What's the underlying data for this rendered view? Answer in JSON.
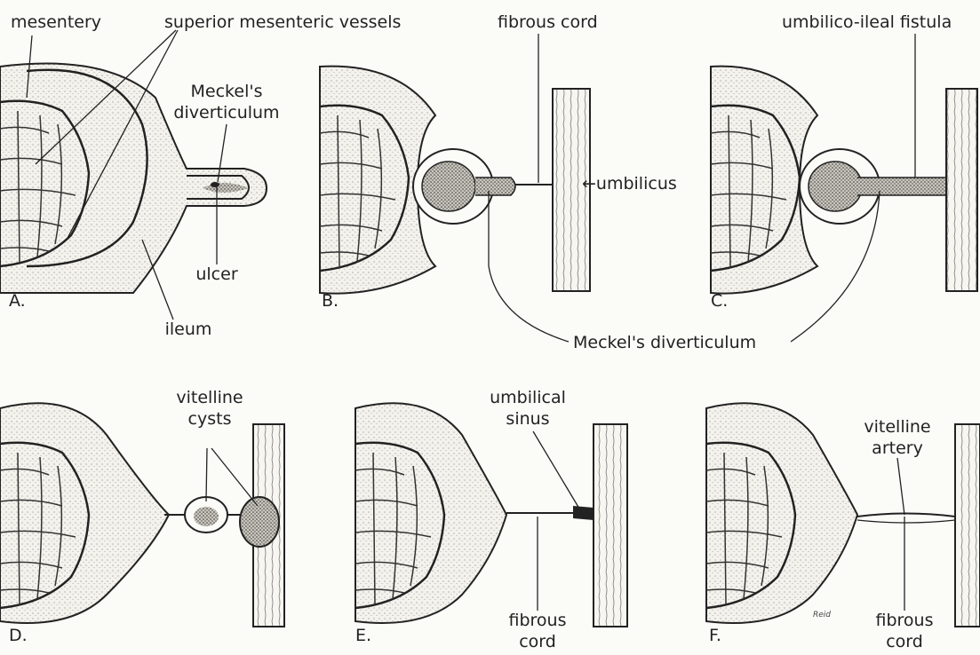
{
  "labels": {
    "mesentery": "mesentery",
    "superior_mesenteric_vessels": "superior mesenteric vessels",
    "fibrous_cord_top": "fibrous cord",
    "umbilico_ileal_fistula": "umbilico-ileal fistula",
    "meckels_diverticulum_a_line1": "Meckel's",
    "meckels_diverticulum_a_line2": "diverticulum",
    "umbilicus": "←umbilicus",
    "ulcer": "ulcer",
    "ileum": "ileum",
    "meckels_diverticulum_shared": "Meckel's diverticulum",
    "vitelline_cysts_line1": "vitelline",
    "vitelline_cysts_line2": "cysts",
    "umbilical_sinus_line1": "umbilical",
    "umbilical_sinus_line2": "sinus",
    "vitelline_artery_line1": "vitelline",
    "vitelline_artery_line2": "artery",
    "fibrous_cord_e_line1": "fibrous",
    "fibrous_cord_e_line2": "cord",
    "fibrous_cord_f_line1": "fibrous",
    "fibrous_cord_f_line2": "cord"
  },
  "panels": [
    {
      "letter": "A."
    },
    {
      "letter": "B."
    },
    {
      "letter": "C."
    },
    {
      "letter": "D."
    },
    {
      "letter": "E."
    },
    {
      "letter": "F."
    }
  ],
  "signature": "Reid"
}
